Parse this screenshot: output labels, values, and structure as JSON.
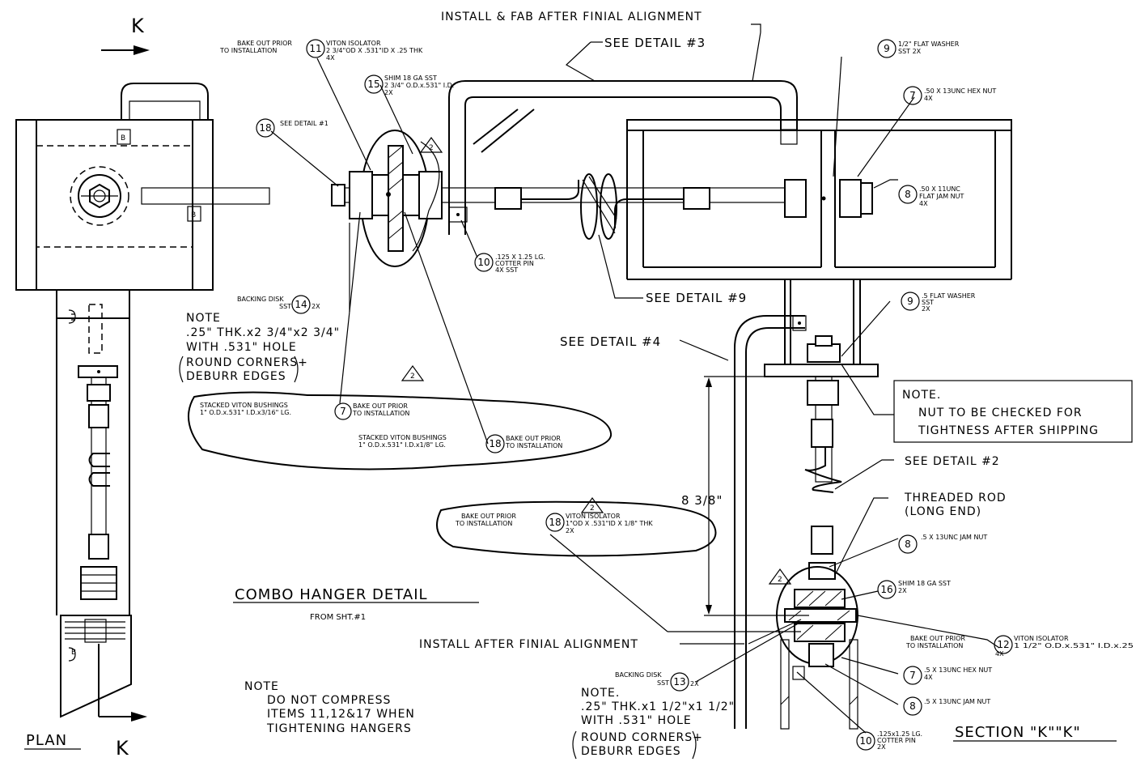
{
  "view_markers": {
    "k_top": "K",
    "k_bottom": "K",
    "plan": "PLAN",
    "section": "SECTION \"K\"\"K\""
  },
  "title": {
    "main": "COMBO HANGER DETAIL",
    "sub": "FROM SHT.#1"
  },
  "callouts": {
    "install_fab": "INSTALL & FAB AFTER FINIAL ALIGNMENT",
    "see_detail_3": "SEE DETAIL #3",
    "see_detail_9": "SEE DETAIL #9",
    "see_detail_4": "SEE DETAIL #4",
    "see_detail_2": "SEE DETAIL #2",
    "see_detail_1": "SEE DETAIL #1",
    "threaded_rod_1": "THREADED ROD",
    "threaded_rod_2": "(LONG END)",
    "install_after": "INSTALL AFTER FINIAL ALIGNMENT",
    "dimension": "8 3/8\""
  },
  "labels": {
    "b11_l1": "BAKE OUT PRIOR",
    "b11_l2": "TO INSTALLATION",
    "b11_r1": "VITON ISOLATOR",
    "b11_r2": "2 3/4\"OD X .531\"ID X .25 THK",
    "b11_q": "4X",
    "b15_1": "SHIM 18 GA SST",
    "b15_2": "2 3/4\" O.D.x.531\" I.D.",
    "b15_q": "2X",
    "b9a_1": "1/2\" FLAT WASHER",
    "b9a_2": "SST 2X",
    "b7a_1": ".50 X 13UNC HEX NUT",
    "b7a_q": "4X",
    "b8a_1": ".50 X 11UNC",
    "b8a_2": "FLAT JAM NUT",
    "b8a_q": "4X",
    "b10a_1": ".125 X 1.25 LG.",
    "b10a_2": "COTTER PIN",
    "b10a_3": "4X SST",
    "b14_1": "BACKING DISK",
    "b14_2": "SST",
    "b14_q": "2X",
    "b9b_1": ".5 FLAT WASHER",
    "b9b_2": "SST",
    "b9b_3": "2X",
    "b7s_1": "STACKED VITON BUSHINGS",
    "b7s_2": "1\" O.D.x.531\" I.D.x3/16\" LG.",
    "b7s_r1": "BAKE OUT PRIOR",
    "b7s_r2": "TO INSTALLATION",
    "b18s_1": "STACKED VITON BUSHINGS",
    "b18s_2": "1\" O.D.x.531\" I.D.x1/8\" LG.",
    "b18s_r1": "BAKE OUT PRIOR",
    "b18s_r2": "TO INSTALLATION",
    "b18v_l1": "BAKE OUT PRIOR",
    "b18v_l2": "TO INSTALLATION",
    "b18v_r1": "VITON ISOLATOR",
    "b18v_r2": "1\"OD X .531\"ID X 1/8\" THK",
    "b18v_q": "2X",
    "b8b_1": ".5 X 13UNC JAM NUT",
    "b16_1": "SHIM 18 GA SST",
    "b16_q": "2X",
    "b12_l1": "BAKE OUT PRIOR",
    "b12_l2": "TO INSTALLATION",
    "b12_r1": "VITON ISOLATOR",
    "b12_r2": "1 1/2\" O.D.x.531\" I.D.x.25",
    "b12_q": "4X",
    "b7b_1": ".5 X 13UNC HEX NUT",
    "b7b_q": "4X",
    "b8c_1": ".5 X 13UNC JAM NUT",
    "b13_1": "BACKING DISK",
    "b13_2": "SST",
    "b13_q": "2X",
    "b10b_1": ".125x1.25 LG.",
    "b10b_2": "COTTER PIN",
    "b10b_3": "2X"
  },
  "notes": {
    "n1": [
      "NOTE",
      ".25\" THK.x2 3/4\"x2 3/4\"",
      "WITH .531\" HOLE",
      "ROUND CORNERS+",
      "DEBURR EDGES"
    ],
    "n2": [
      "NOTE.",
      "NUT TO BE CHECKED FOR",
      "TIGHTNESS AFTER SHIPPING"
    ],
    "n3": [
      "NOTE",
      "DO NOT COMPRESS",
      "ITEMS 11,12&17 WHEN",
      "TIGHTENING HANGERS"
    ],
    "n4": [
      "NOTE.",
      ".25\" THK.x1 1/2\"x1 1/2\"",
      "WITH .531\" HOLE",
      "ROUND CORNERS+",
      "DEBURR EDGES"
    ]
  },
  "bubbles": {
    "b11": "11",
    "b15": "15",
    "b18a": "18",
    "b9a": "9",
    "b7a": "7",
    "b8a": "8",
    "b10a": "10",
    "b14": "14",
    "b9b": "9",
    "b7s": "7",
    "b18s": "18",
    "b18v": "18",
    "b8b": "8",
    "b16": "16",
    "b12": "12",
    "b7b": "7",
    "b8c": "8",
    "b13": "13",
    "b10b": "10"
  },
  "revisions": {
    "r1": "2",
    "r2": "2",
    "r3": "2",
    "r4": "2"
  },
  "plan_marks": {
    "m1": "B",
    "m2": "B",
    "m3": "B"
  }
}
